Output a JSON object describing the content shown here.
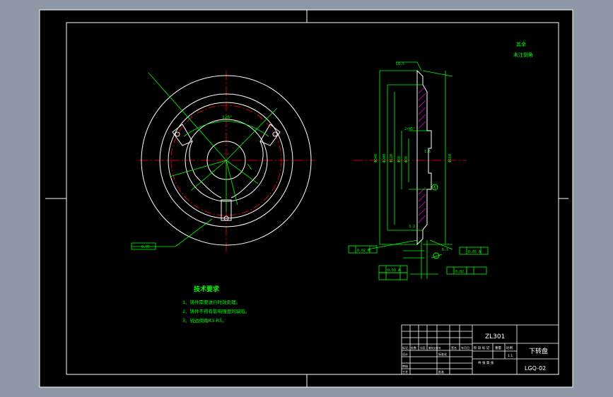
{
  "colors": {
    "background": "#8d97a6",
    "paper": "#000000",
    "frame": "#ffffff",
    "dimension": "#00ff00",
    "center_line": "#ff0000",
    "hatch": "#ff00ff",
    "text": "#ffffff"
  },
  "notes": {
    "title": "技术要求",
    "items": [
      "1、铸件需要进行时效处理。",
      "2、铸件不得有影响强度的缺陷。",
      "3、锐边倒角R3-R5。"
    ]
  },
  "roughness_note": {
    "line1": "其余",
    "line2": "未注倒角"
  },
  "title_block": {
    "material": "ZL301",
    "part_name": "下转盘",
    "drawing_no": "LGQ-02",
    "scale": "1:1",
    "stage_label": "阶 段 标 记",
    "weight_label": "重量",
    "scale_label": "比例",
    "sheet_label": "共 张 第 张",
    "design_label": "设计",
    "check_label": "审核",
    "process_label": "工艺",
    "approve_label": "批准",
    "mark_label": "标记",
    "count_label": "处数",
    "zone_label": "分区",
    "doc_label": "更改文件号",
    "sign_label": "签名",
    "date_label": "年月日",
    "std_label": "标准化"
  },
  "front_view": {
    "angle_label": "120°",
    "tol_label": "0.05"
  },
  "section_view": {
    "top_callout": "C0.5",
    "dim_labels": [
      "Φ240",
      "Φ200",
      "Φ120",
      "Φ60",
      "Φ30",
      "Φ160"
    ],
    "datum_label": "A",
    "roughness_1": "1.6",
    "roughness_2": "3.2",
    "roughness_3": "6.3",
    "tol_labels": [
      "0.02 A",
      "0.05 A",
      "0.03 A",
      "0.02"
    ],
    "small_label": "2×45°"
  }
}
